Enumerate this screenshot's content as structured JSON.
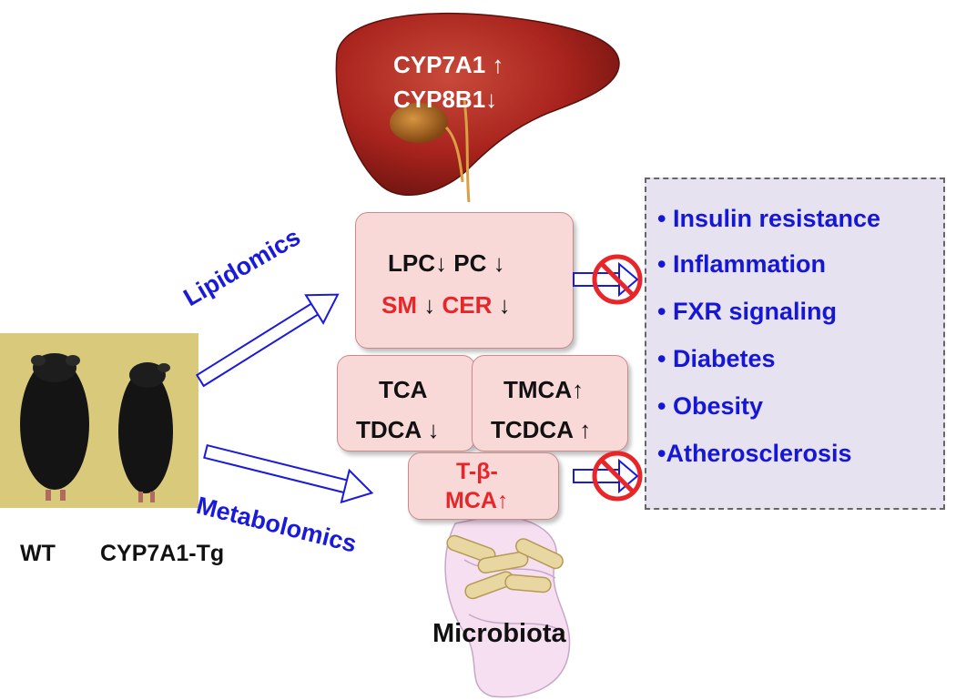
{
  "liver": {
    "line1": "CYP7A1 ↑",
    "line2": "CYP8B1↓"
  },
  "arrows": {
    "lipidomics": "Lipidomics",
    "metabolomics": "Metabolomics"
  },
  "mice": {
    "wt": "WT",
    "tg": "CYP7A1-Tg"
  },
  "lipid_box": {
    "lpc": "LPC↓",
    "pc": "PC ↓",
    "sm": "SM",
    "sm_arrow": "↓",
    "cer": "CER",
    "cer_arrow": "↓"
  },
  "bile_box_left": {
    "line1": "TCA",
    "line2": "TDCA ↓"
  },
  "bile_box_right": {
    "line1": "TMCA↑",
    "line2": "TCDCA ↑"
  },
  "bile_box_bottom": {
    "line1": "T-β-",
    "line2": "MCA↑"
  },
  "microbiota_label": "Microbiota",
  "effects": [
    "• Insulin resistance",
    "• Inflammation",
    "• FXR signaling",
    "• Diabetes",
    "• Obesity",
    "•Atherosclerosis"
  ],
  "colors": {
    "liver": "#a8231d",
    "box_fill": "#f9d8d8",
    "effects_bg": "#e6e2f0",
    "effects_text": "#1616d6",
    "highlight_red": "#e8262a",
    "arrow_blue": "#1a1adb"
  }
}
